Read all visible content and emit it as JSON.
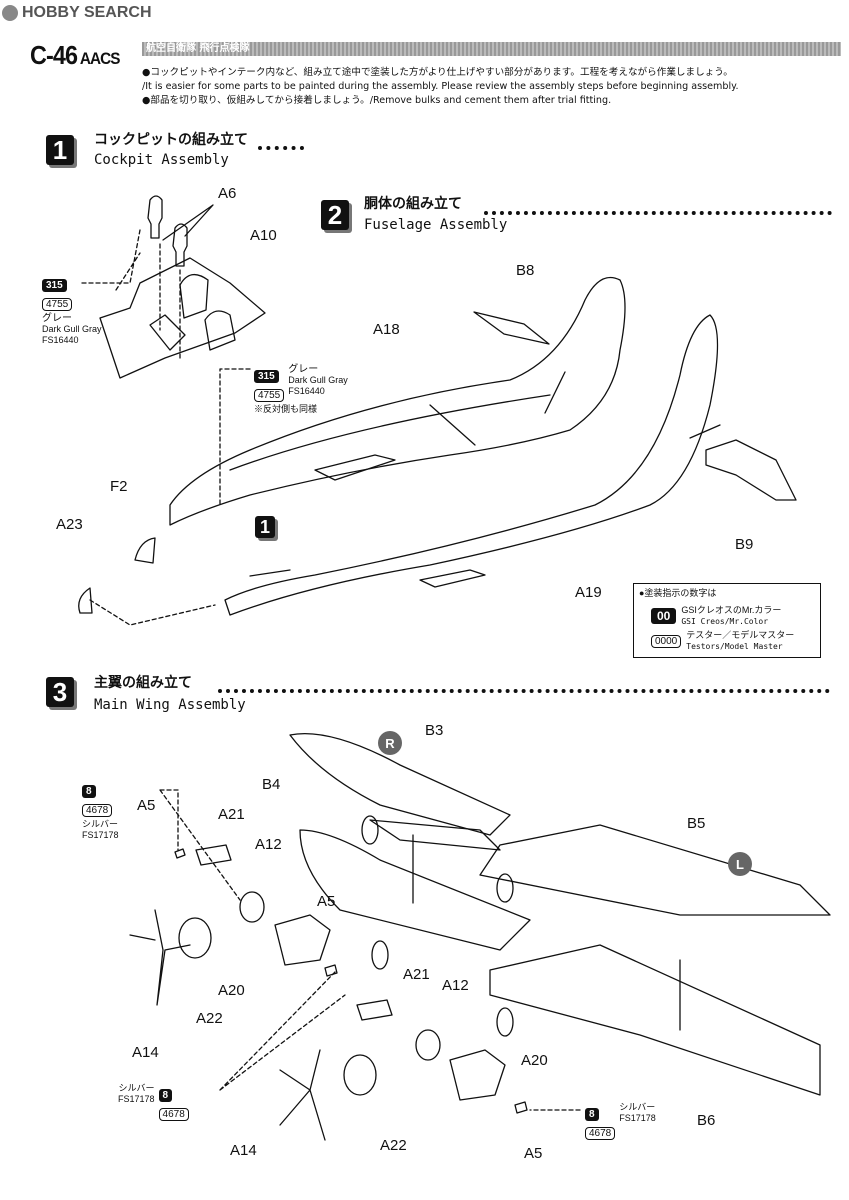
{
  "header": {
    "logo_text": "HOBBY SEARCH"
  },
  "title": {
    "main": "C-46",
    "sub": "AACS",
    "band": "航空自衛隊 飛行点検隊"
  },
  "intro": {
    "line1": "●コックピットやインテーク内など、組み立て途中で塗装した方がより仕上げやすい部分があります。工程を考えながら作業しましょう。",
    "line2": "/It is easier for some parts to be painted during the assembly. Please review the assembly steps before beginning assembly.",
    "line3": "●部品を切り取り、仮組みしてから接着しましょう。/Remove bulks and cement them after trial fitting."
  },
  "steps": [
    {
      "num": "1",
      "jp": "コックピットの組み立て",
      "en": "Cockpit Assembly"
    },
    {
      "num": "2",
      "jp": "胴体の組み立て",
      "en": "Fuselage Assembly"
    },
    {
      "num": "3",
      "jp": "主翼の組み立て",
      "en": "Main Wing Assembly"
    }
  ],
  "parts": {
    "a6": "A6",
    "a10": "A10",
    "a18": "A18",
    "a19": "A19",
    "a23": "A23",
    "f2": "F2",
    "b8": "B8",
    "b9": "B9",
    "b3": "B3",
    "b4": "B4",
    "b5": "B5",
    "b6": "B6",
    "a5": "A5",
    "a21": "A21",
    "a12": "A12",
    "a20": "A20",
    "a22": "A22",
    "a14": "A14",
    "ref_step": "1",
    "r": "R",
    "l": "L"
  },
  "paints": {
    "gray_code": "315",
    "gray_alt": "4755",
    "gray_jp": "グレー",
    "gray_en": "Dark Gull Gray",
    "gray_fs": "FS16440",
    "silver_code": "8",
    "silver_alt": "4678",
    "silver_jp": "シルバー",
    "silver_fs": "FS17178",
    "opposite_note": "※反対側も同様"
  },
  "legend": {
    "title": "●塗装指示の数字は",
    "gsi_code": "00",
    "gsi_jp": "GSIクレオスのMr.カラー",
    "gsi_en": "GSI Creos/Mr.Color",
    "tm_code": "0000",
    "tm_jp": "テスター／モデルマスター",
    "tm_en": "Testors/Model Master"
  }
}
